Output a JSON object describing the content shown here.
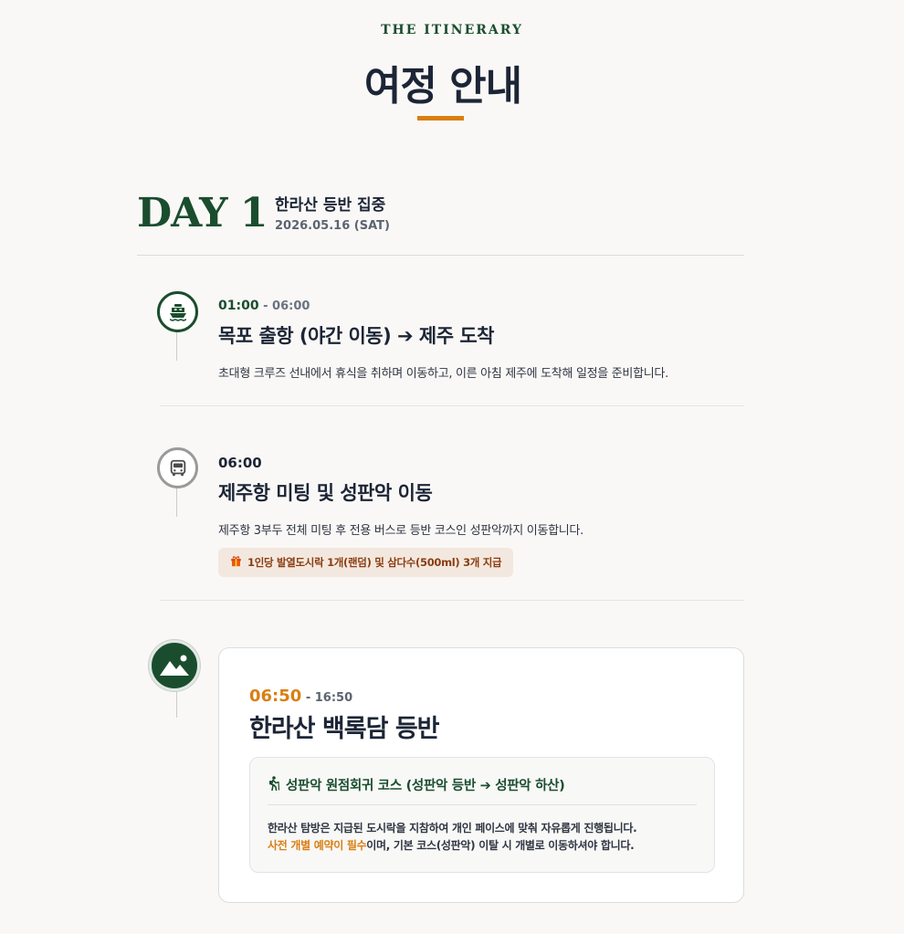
{
  "header": {
    "eyebrow": "THE ITINERARY",
    "title": "여정 안내"
  },
  "day": {
    "label": "DAY 1",
    "subtitle": "한라산 등반 집중",
    "date": "2026.05.16 (SAT)"
  },
  "items": [
    {
      "icon": "ship-icon",
      "time_start": "01:00",
      "time_sep": " - 06:00",
      "title": "목포 출항 (야간 이동) ➔ 제주 도착",
      "desc": "초대형 크루즈 선내에서 휴식을 취하며 이동하고, 이른 아침 제주에 도착해 일정을 준비합니다."
    },
    {
      "icon": "bus-icon",
      "time_start": "06:00",
      "title": "제주항 미팅 및 성판악 이동",
      "desc": "제주항 3부두 전체 미팅 후 전용 버스로 등반 코스인 성판악까지 이동합니다.",
      "badge": "1인당 발열도시락 1개(랜덤) 및 삼다수(500ml) 3개 지급"
    },
    {
      "icon": "mountain-icon",
      "time_start": "06:50",
      "time_sep": " - 16:50",
      "title": "한라산 백록담 등반",
      "course": {
        "heading": "성판악 원점회귀 코스 (성판악 등반 ➔ 성판악 하산)",
        "line1": "한라산 탐방은 지급된 도시락을 지참하여 개인 페이스에 맞춰 자유롭게 진행됩니다.",
        "line2_highlight": "사전 개별 예약이 필수",
        "line2_rest": "이며, 기본 코스(성판악) 이탈 시 개별로 이동하셔야 합니다."
      }
    }
  ],
  "colors": {
    "brand_green": "#1a4d2e",
    "accent_orange": "#d97f12",
    "text_dark": "#1c2536",
    "background": "#f9f8f6"
  }
}
